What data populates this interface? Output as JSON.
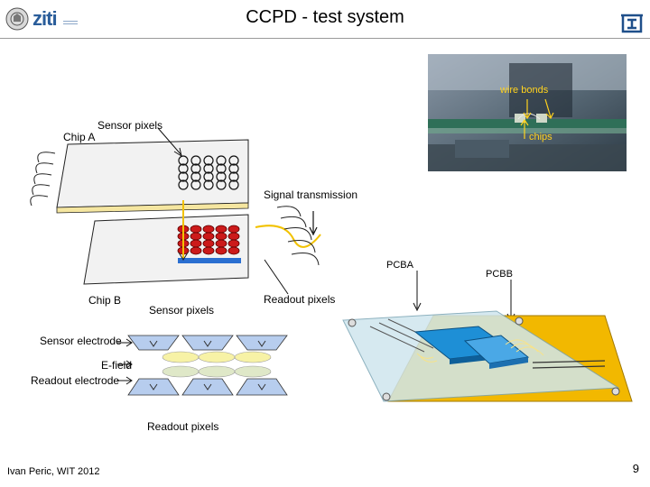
{
  "slide": {
    "title": "CCPD - test system",
    "footer_author": "Ivan Peric, WIT 2012",
    "page_number": "9"
  },
  "logos": {
    "left_text": "ziti",
    "left_icon": "university-seal-icon",
    "right_icon": "institute-logo-icon"
  },
  "photo": {
    "wire_bonds_label": "wire bonds",
    "chips_label": "chips"
  },
  "diagram_top": {
    "chip_a_label": "Chip A",
    "sensor_pixels_top_label": "Sensor pixels",
    "signal_transmission_label": "Signal transmission",
    "chip_b_label": "Chip B",
    "sensor_pixels_bottom_label": "Sensor pixels",
    "readout_pixels_label": "Readout pixels"
  },
  "pcb": {
    "pcba_label": "PCBA",
    "pcbb_label": "PCBB"
  },
  "diagram_bottom": {
    "sensor_electrode_label": "Sensor electrode",
    "efield_label": "E-field",
    "readout_electrode_label": "Readout electrode",
    "readout_pixels_label": "Readout pixels"
  },
  "colors": {
    "chip_fill": "#f2f2f2",
    "pcb_yellow": "#f2b800",
    "pcb_glass": "#cfe6ee",
    "chip_blue": "#1e8fd6",
    "electrode_blue": "#b7cdee",
    "field_yellow": "#f7f2a6",
    "red_pixel": "#cc1a1a",
    "photo_label": "#ffd21e"
  }
}
